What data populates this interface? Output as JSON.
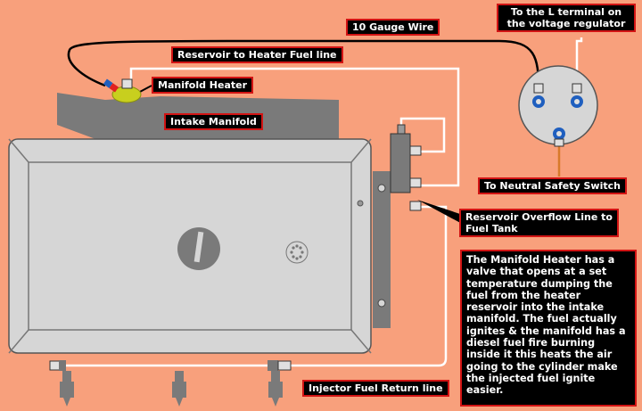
{
  "labels": {
    "gauge_wire": "10 Gauge Wire",
    "regulator_line1": "To the L terminal on",
    "regulator_line2": "the voltage regulator",
    "reservoir_line": "Reservoir to Heater Fuel line",
    "manifold_heater": "Manifold Heater",
    "intake_manifold": "Intake Manifold",
    "neutral_switch": "To Neutral Safety Switch",
    "overflow_line1": "Reservoir Overflow Line to",
    "overflow_line2": "Fuel Tank",
    "injector_return": "Injector Fuel Return line"
  },
  "note": "The Manifold Heater has a valve that opens at a set temperature dumping the fuel from the heater reservoir into the intake manifold. The fuel actually ignites & the manifold has a diesel fuel fire burning inside it this heats the air going to the cylinder make the injected fuel ignite easier.",
  "colors": {
    "background": "#f8a07c",
    "label_border": "#d21414",
    "manifold": "#7a7a7a",
    "heater": "#c8cf1e",
    "connector": "#1f5fbf",
    "switch_wire": "#d87a2a"
  }
}
